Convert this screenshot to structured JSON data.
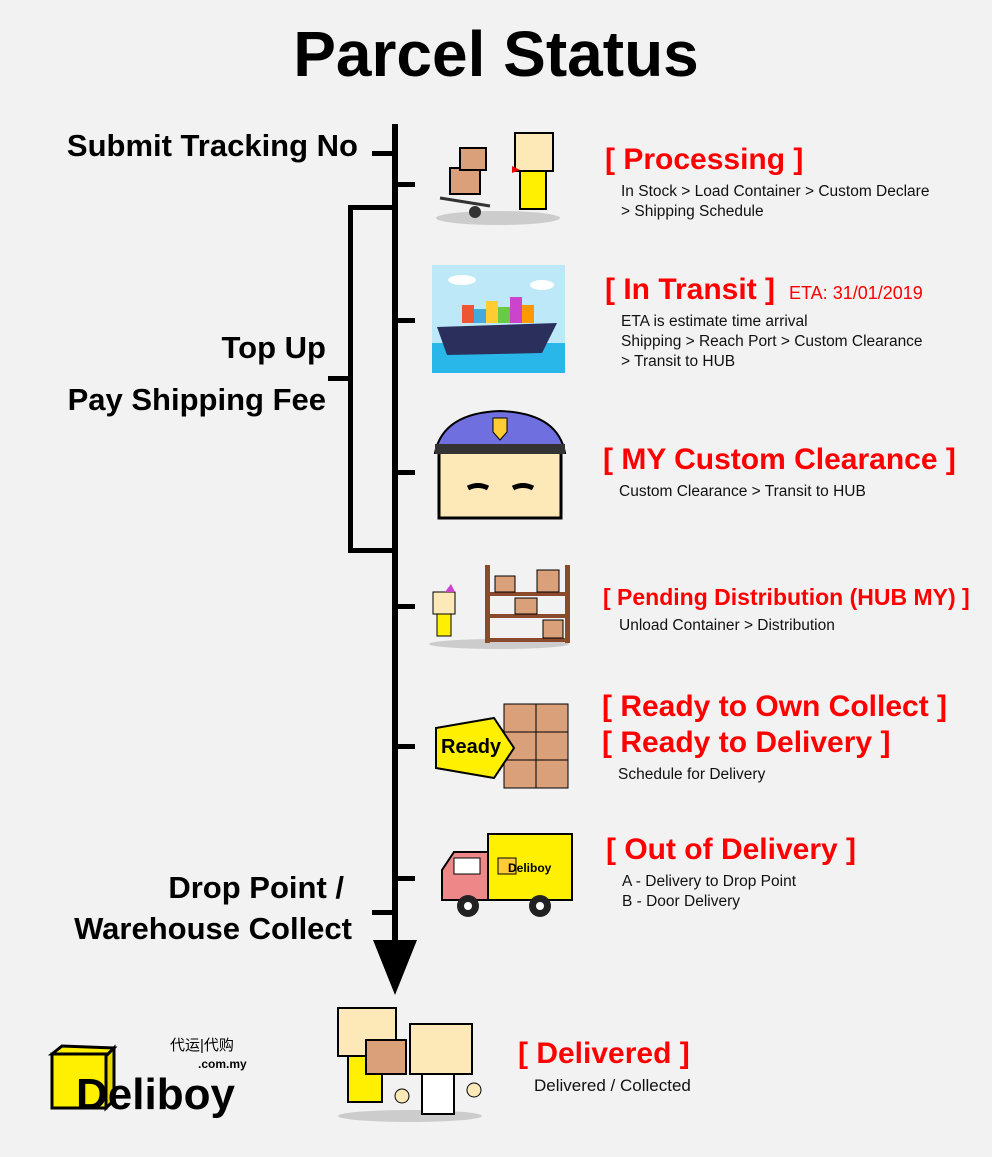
{
  "title": "Parcel Status",
  "left_labels": {
    "submit": "Submit Tracking No",
    "topup": "Top Up",
    "pay": "Pay Shipping Fee",
    "drop1": "Drop Point /",
    "drop2": "Warehouse Collect"
  },
  "stages": [
    {
      "title": "[ Processing ]",
      "lines": [
        "In Stock > Load Container > Custom Declare",
        "> Shipping Schedule"
      ]
    },
    {
      "title": "[ In Transit ]",
      "eta": "ETA: 31/01/2019",
      "lines": [
        "ETA is estimate time arrival",
        "Shipping > Reach Port > Custom Clearance",
        "> Transit to HUB"
      ]
    },
    {
      "title": "[ MY Custom Clearance ]",
      "lines": [
        "Custom Clearance > Transit to HUB"
      ]
    },
    {
      "title": "[ Pending Distribution (HUB MY) ]",
      "lines": [
        "Unload Container > Distribution"
      ]
    },
    {
      "title": "[ Ready to Own Collect ]",
      "title2": "[ Ready to Delivery ]",
      "badge": "Ready",
      "lines": [
        "Schedule for Delivery"
      ]
    },
    {
      "title": "[ Out of Delivery ]",
      "truck_logo": "Deliboy",
      "lines": [
        "A - Delivery to Drop Point",
        "B - Door Delivery"
      ]
    },
    {
      "title": "[ Delivered ]",
      "lines": [
        "Delivered / Collected"
      ]
    }
  ],
  "logo": {
    "name": "Deliboy",
    "domain": ".com.my",
    "chinese": "代运|代购"
  },
  "colors": {
    "accent": "#ff0000",
    "box_yellow": "#ffef00"
  }
}
